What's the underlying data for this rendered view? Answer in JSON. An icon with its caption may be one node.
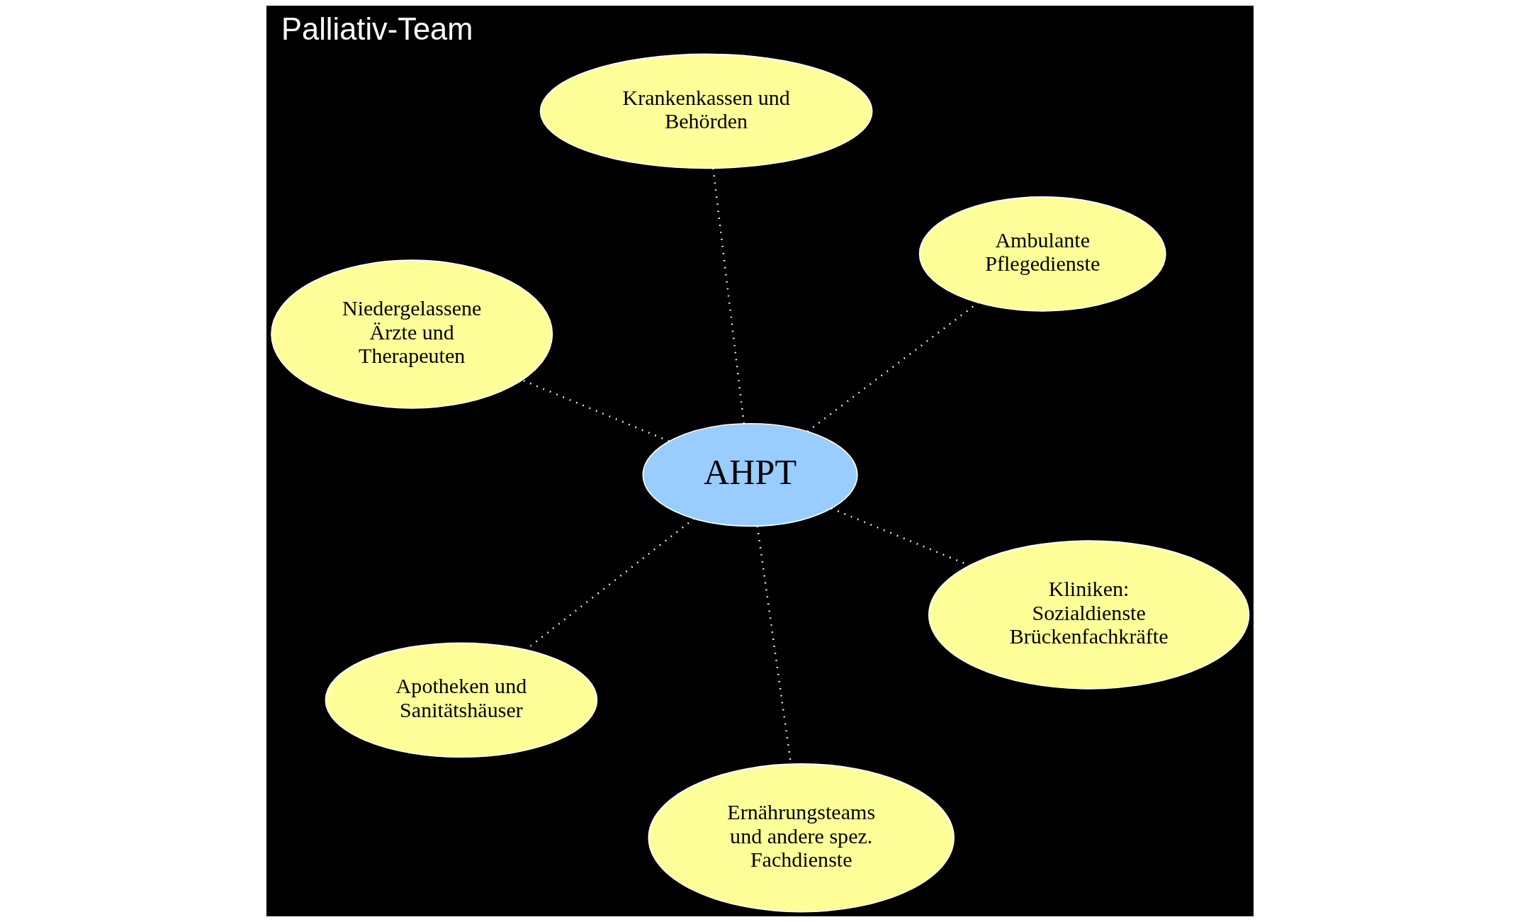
{
  "diagram": {
    "title": "Palliativ-Team",
    "nodes": [
      {
        "text": [
          "Niedergelassene Ärzte und Therapeuten"
        ]
      },
      {
        "text": [
          "Kliniken: Sozialdienste Brückenfachkräfte"
        ]
      },
      {
        "text": [
          "Ernährungsteams und andere spez. Fachdienste"
        ]
      },
      {
        "text": [
          "AHPT"
        ]
      },
      {
        "text": [
          "Ambulante Pflegedienste"
        ]
      },
      {
        "text": [
          "Krankenkassen und Behörden"
        ]
      },
      {
        "text": [
          "Apotheken und Sanitätshäuser"
        ]
      }
    ],
    "edges": [
      {
        "from": 3,
        "to": 0,
        "arrow": "none",
        "style": "dashed"
      },
      {
        "from": 3,
        "to": 1,
        "arrow": "none",
        "style": "dashed"
      },
      {
        "from": 3,
        "to": 2,
        "arrow": "none",
        "style": "dashed"
      },
      {
        "from": 3,
        "to": 4,
        "arrow": "none",
        "style": "dashed"
      },
      {
        "from": 3,
        "to": 5,
        "arrow": "none",
        "style": "dashed"
      },
      {
        "from": 3,
        "to": 6,
        "arrow": "none",
        "style": "dashed"
      }
    ]
  }
}
